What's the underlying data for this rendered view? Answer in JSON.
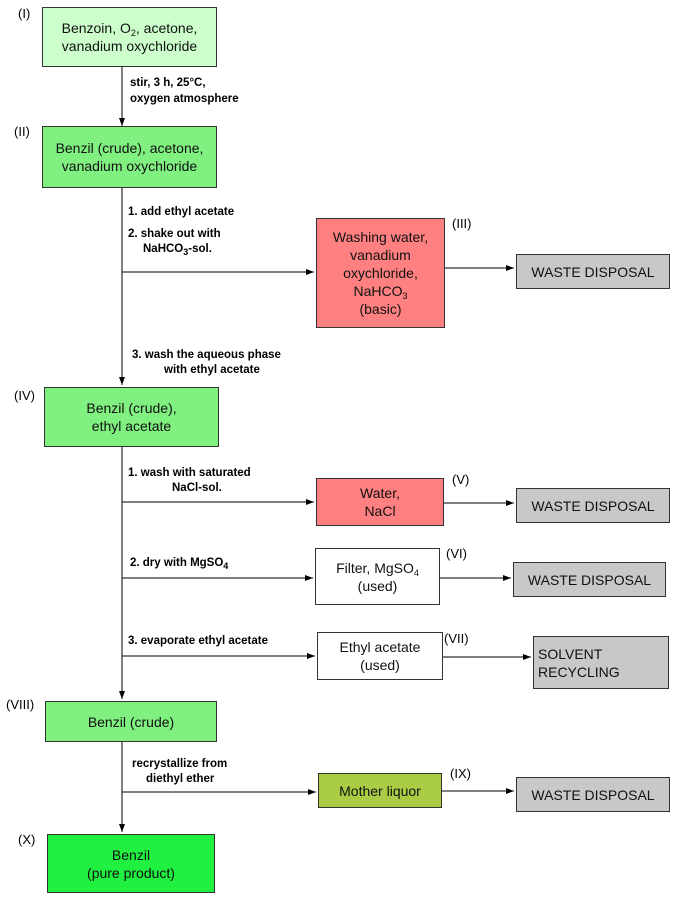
{
  "colors": {
    "start": "#ccffcc",
    "intermediate": "#80f080",
    "product": "#20f040",
    "aqueous": "#ff8080",
    "mother": "#aacc44",
    "disposal": "#c8c8c8",
    "neutral": "#ffffff"
  },
  "nodes": {
    "n1": {
      "roman": "(I)",
      "l1a": "Benzoin, O",
      "l1sub": "2",
      "l1b": ", acetone,",
      "l2": "vanadium oxychloride"
    },
    "n2": {
      "roman": "(II)",
      "l1": "Benzil (crude), acetone,",
      "l2": "vanadium oxychloride"
    },
    "n3": {
      "roman": "(III)",
      "l1": "Washing water,",
      "l2": "vanadium",
      "l3": "oxychloride,",
      "l4a": "NaHCO",
      "l4sub": "3",
      "l5": "(basic)"
    },
    "n4": {
      "roman": "(IV)",
      "l1": "Benzil (crude),",
      "l2": "ethyl acetate"
    },
    "n5": {
      "roman": "(V)",
      "l1": "Water,",
      "l2": "NaCl"
    },
    "n6": {
      "roman": "(VI)",
      "l1a": "Filter, MgSO",
      "l1sub": "4",
      "l2": "(used)"
    },
    "n7": {
      "roman": "(VII)",
      "l1": "Ethyl acetate",
      "l2": "(used)"
    },
    "n8": {
      "roman": "(VIII)",
      "l1": "Benzil (crude)"
    },
    "n9": {
      "roman": "(IX)",
      "l1": "Mother liquor"
    },
    "n10": {
      "roman": "(X)",
      "l1": "Benzil",
      "l2": "(pure product)"
    }
  },
  "disposal": {
    "waste": "WASTE DISPOSAL",
    "solvent_l1": "SOLVENT",
    "solvent_l2": "RECYCLING"
  },
  "steps": {
    "s1_l1": "stir, 3 h, 25°C,",
    "s1_l2": "oxygen atmosphere",
    "s2": "1. add ethyl acetate",
    "s3_l1": "2. shake out with",
    "s3_l2a": "NaHCO",
    "s3_l2sub": "3",
    "s3_l2b": "-sol.",
    "s4_l1": "3. wash the aqueous phase",
    "s4_l2": "with ethyl acetate",
    "s5_l1": "1. wash with saturated",
    "s5_l2": "NaCl-sol.",
    "s6a": "2. dry with MgSO",
    "s6sub": "4",
    "s7": "3. evaporate ethyl acetate",
    "s8_l1": "recrystallize from",
    "s8_l2": "diethyl ether"
  }
}
